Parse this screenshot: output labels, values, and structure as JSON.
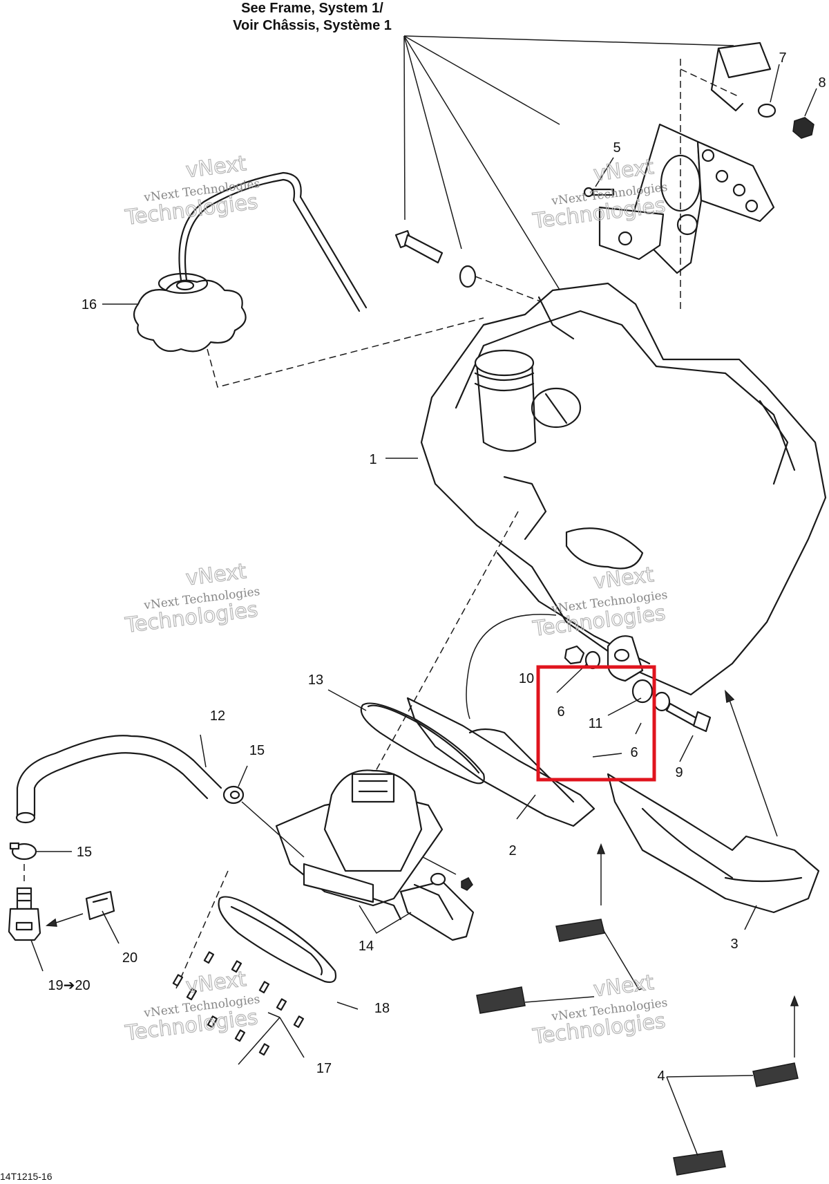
{
  "diagram": {
    "reference_note_line1": "See Frame, System 1/",
    "reference_note_line2": "Voir Châssis, Système 1",
    "drawing_code": "14T1215-16",
    "callouts": {
      "c1": "1",
      "c2": "2",
      "c3": "3",
      "c4": "4",
      "c5": "5",
      "c6a": "6",
      "c6b": "6",
      "c7": "7",
      "c8": "8",
      "c9": "9",
      "c10": "10",
      "c11": "11",
      "c12": "12",
      "c13": "13",
      "c14": "14",
      "c15a": "15",
      "c15b": "15",
      "c16": "16",
      "c17": "17",
      "c18": "18",
      "c19_20": "19➔20",
      "c20": "20"
    },
    "watermark": {
      "line1": "vNext",
      "line2": "vNext Technologies",
      "line3": "Technologies"
    },
    "highlight_color": "#e0141e"
  }
}
